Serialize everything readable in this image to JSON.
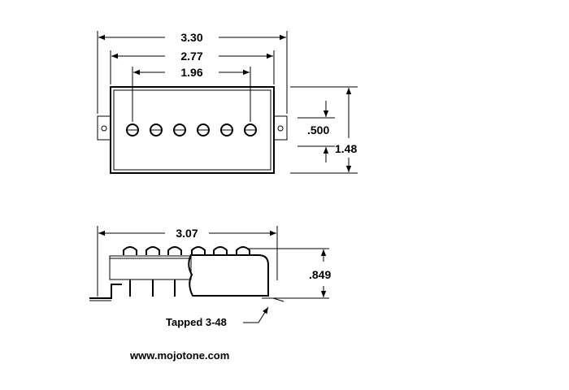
{
  "top_view": {
    "dim_overall_width": "3.30",
    "dim_cover_width": "2.77",
    "dim_pole_spacing": "1.96",
    "dim_pole_row": ".500",
    "dim_overall_height": "1.48"
  },
  "side_view": {
    "dim_length": "3.07",
    "dim_height": ".849",
    "tapped_note": "Tapped 3-48"
  },
  "footer": {
    "website": "www.mojotone.com"
  }
}
